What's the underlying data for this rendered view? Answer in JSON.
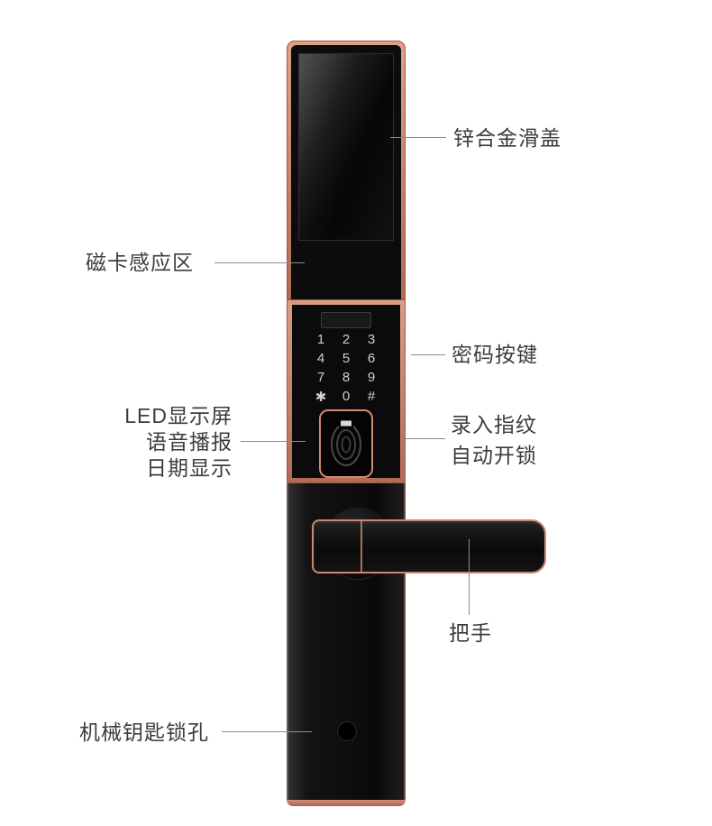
{
  "keypad": {
    "rows": [
      [
        "1",
        "2",
        "3"
      ],
      [
        "4",
        "5",
        "6"
      ],
      [
        "7",
        "8",
        "9"
      ],
      [
        "✱",
        "0",
        "#"
      ]
    ]
  },
  "callouts": {
    "slide_cover": "锌合金滑盖",
    "card_area": "磁卡感应区",
    "password_keys": "密码按键",
    "led_display": [
      "LED显示屏",
      "语音播报",
      "日期显示"
    ],
    "fingerprint": [
      "录入指纹",
      "自动开锁"
    ],
    "handle": "把手",
    "keyhole": "机械钥匙锁孔"
  },
  "colors": {
    "copper_accent": "#cf8a72",
    "lock_body": "#0d0d0d",
    "label_text": "#3c3c3c",
    "callout_line": "#8c8c8c"
  }
}
